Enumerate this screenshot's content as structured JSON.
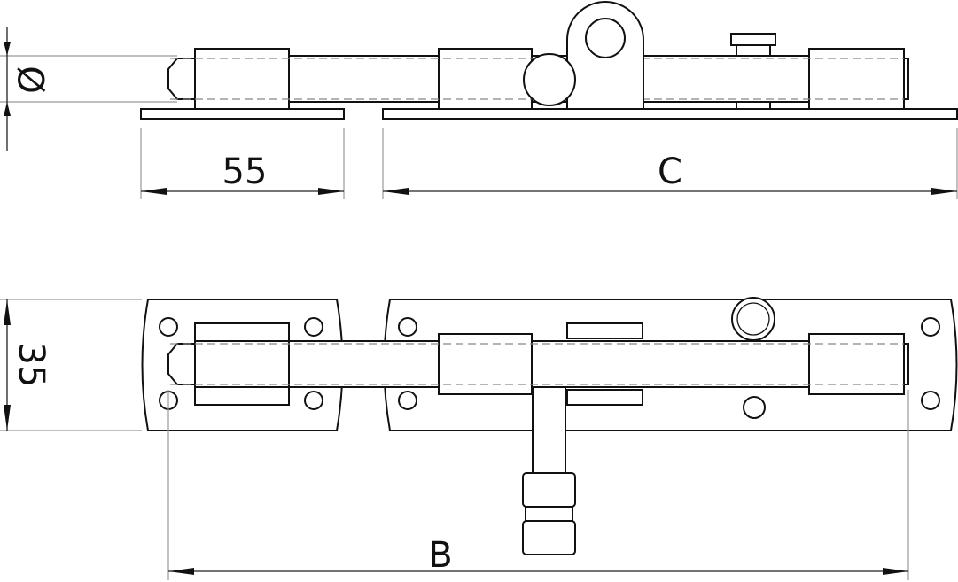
{
  "dimensions": {
    "diameter": "Ø",
    "plate_length": "55",
    "bolt_plate_length": "C",
    "width": "35",
    "overall_length": "B"
  }
}
